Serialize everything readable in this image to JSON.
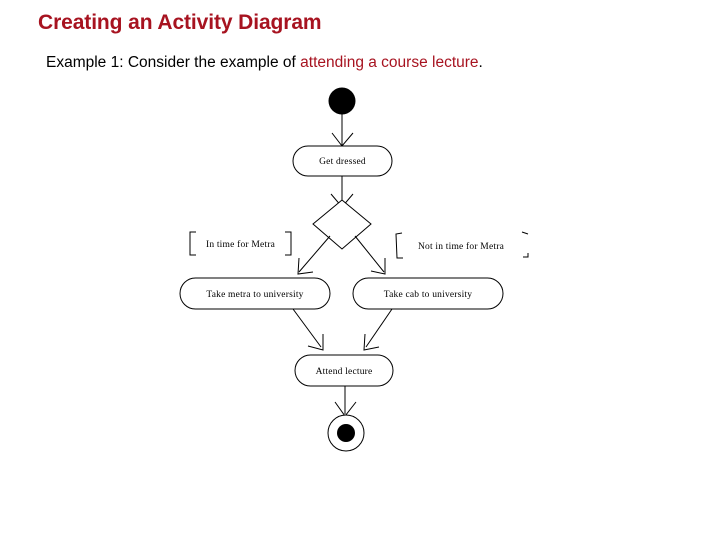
{
  "slide": {
    "title": "Creating an Activity Diagram",
    "subtitle_prefix": "Example 1: Consider the example of ",
    "subtitle_highlight": "attending a course lecture",
    "subtitle_suffix": ".",
    "title_color": "#a71320",
    "highlight_color": "#a71320",
    "background_color": "#ffffff"
  },
  "diagram": {
    "type": "uml-activity-diagram",
    "nodes": [
      {
        "id": "start",
        "kind": "initial-node",
        "label": ""
      },
      {
        "id": "get_dressed",
        "kind": "action",
        "label": "Get dressed"
      },
      {
        "id": "decision",
        "kind": "decision",
        "label": ""
      },
      {
        "id": "take_metra",
        "kind": "action",
        "label": "Take metra to university"
      },
      {
        "id": "take_cab",
        "kind": "action",
        "label": "Take cab to university"
      },
      {
        "id": "attend_lecture",
        "kind": "action",
        "label": "Attend lecture"
      },
      {
        "id": "end",
        "kind": "final-node",
        "label": ""
      }
    ],
    "guards": [
      {
        "id": "guard_left",
        "text": "In time for Metra"
      },
      {
        "id": "guard_right",
        "text": "Not in time for Metra"
      }
    ],
    "edges": [
      {
        "from": "start",
        "to": "get_dressed",
        "guard": ""
      },
      {
        "from": "get_dressed",
        "to": "decision",
        "guard": ""
      },
      {
        "from": "decision",
        "to": "take_metra",
        "guard": "In time for Metra"
      },
      {
        "from": "decision",
        "to": "take_cab",
        "guard": "Not in time for Metra"
      },
      {
        "from": "take_metra",
        "to": "attend_lecture",
        "guard": ""
      },
      {
        "from": "take_cab",
        "to": "attend_lecture",
        "guard": ""
      },
      {
        "from": "attend_lecture",
        "to": "end",
        "guard": ""
      }
    ]
  }
}
